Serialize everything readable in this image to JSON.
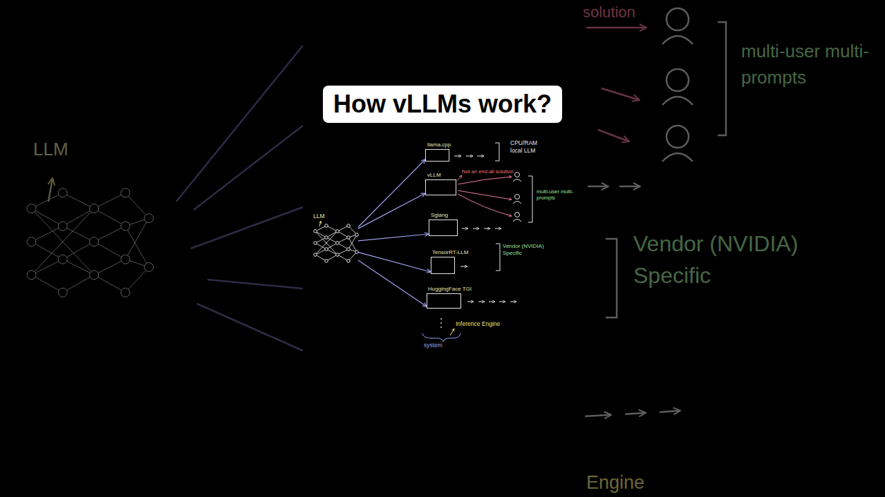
{
  "diagram": {
    "title": "How vLLMs work?",
    "nodes": [
      {
        "text": [
          "LLM"
        ]
      },
      {
        "text": [
          "llama.cpp"
        ]
      },
      {
        "text": [
          "vLLM"
        ]
      },
      {
        "text": [
          "Sglang"
        ]
      },
      {
        "text": [
          "TensorRT-LLM"
        ]
      },
      {
        "text": [
          "HuggingFace TGI"
        ]
      }
    ],
    "edges": [
      {
        "from": 0,
        "to": 1,
        "arrow": "to"
      },
      {
        "from": 0,
        "to": 2,
        "arrow": "to"
      },
      {
        "from": 0,
        "to": 3,
        "arrow": "to"
      },
      {
        "from": 0,
        "to": 4,
        "arrow": "to"
      },
      {
        "from": 0,
        "to": 5,
        "arrow": "to"
      }
    ],
    "labels": [
      "CPU/RAM local LLM",
      "Not an end-all solution",
      "multi-user multi-prompts",
      "Vendor (NVIDIA) Specific",
      "Inference Engine",
      "system",
      "LLM",
      "solution",
      "multi-user multi-prompts",
      "Vendor (NVIDIA) Specific",
      "Engine"
    ]
  }
}
